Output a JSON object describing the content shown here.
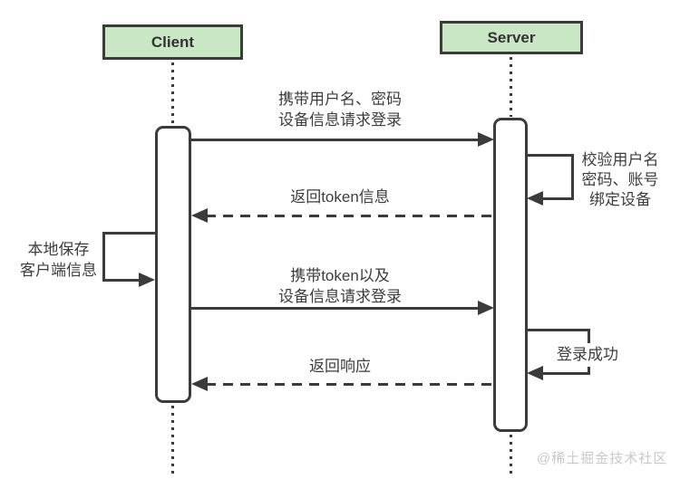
{
  "diagram": {
    "type": "sequence",
    "actors": [
      {
        "id": "client",
        "label": "Client"
      },
      {
        "id": "server",
        "label": "Server"
      }
    ],
    "messages": [
      {
        "from": "Client",
        "to": "Server",
        "style": "solid",
        "lines": [
          "携带用户名、密码",
          "设备信息请求登录"
        ]
      },
      {
        "from": "Server",
        "to": "Client",
        "style": "dashed",
        "lines": [
          "返回token信息"
        ]
      },
      {
        "from": "Client",
        "to": "Server",
        "style": "solid",
        "lines": [
          "携带token以及",
          "设备信息请求登录"
        ]
      },
      {
        "from": "Server",
        "to": "Client",
        "style": "dashed",
        "lines": [
          "返回响应"
        ]
      }
    ],
    "self_actions": [
      {
        "actor": "Client",
        "side": "left",
        "lines": [
          "本地保存",
          "客户端信息"
        ]
      },
      {
        "actor": "Server",
        "side": "right",
        "lines": [
          "校验用户名",
          "密码、账号",
          "绑定设备"
        ]
      },
      {
        "actor": "Server",
        "side": "right",
        "lines": [
          "登录成功"
        ]
      }
    ],
    "watermark": "@稀土掘金技术社区",
    "colors": {
      "actor_fill": "#c9e6c5",
      "line": "#3b3b3b",
      "text": "#3d3d3d",
      "watermark": "#c8c8c8",
      "background": "#ffffff"
    }
  }
}
